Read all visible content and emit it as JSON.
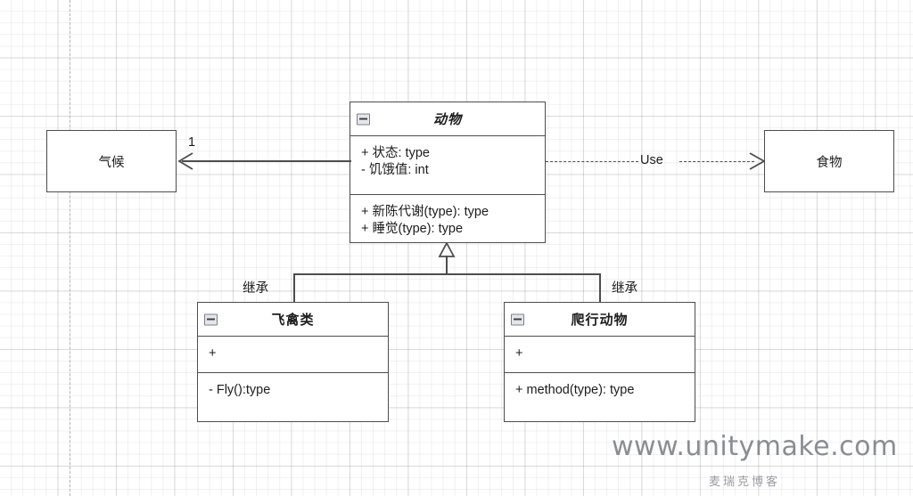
{
  "diagram": {
    "type": "uml-class-diagram",
    "background": "grid-paper",
    "grid_color": "#e8e8e8",
    "line_color": "#4d4d4d"
  },
  "classes": {
    "animal": {
      "name": "动物",
      "collapse_icon": "minus-icon",
      "attributes": [
        "+ 状态: type",
        "- 饥饿值: int"
      ],
      "methods": [
        "+ 新陈代谢(type): type",
        "+ 睡觉(type): type"
      ]
    },
    "bird": {
      "name": "飞禽类",
      "collapse_icon": "minus-icon",
      "attributes": [
        "+"
      ],
      "methods": [
        "- Fly():type"
      ]
    },
    "reptile": {
      "name": "爬行动物",
      "collapse_icon": "minus-icon",
      "attributes": [
        "+"
      ],
      "methods": [
        "+ method(type): type"
      ]
    }
  },
  "boxes": {
    "climate": {
      "name": "气候"
    },
    "food": {
      "name": "食物"
    }
  },
  "relations": {
    "association_multiplicity": "1",
    "dependency_label": "Use",
    "inheritance_left_label": "继承",
    "inheritance_right_label": "继承"
  },
  "watermark": {
    "url": "www.unitymake.com",
    "subtitle": "麦瑞克博客"
  }
}
